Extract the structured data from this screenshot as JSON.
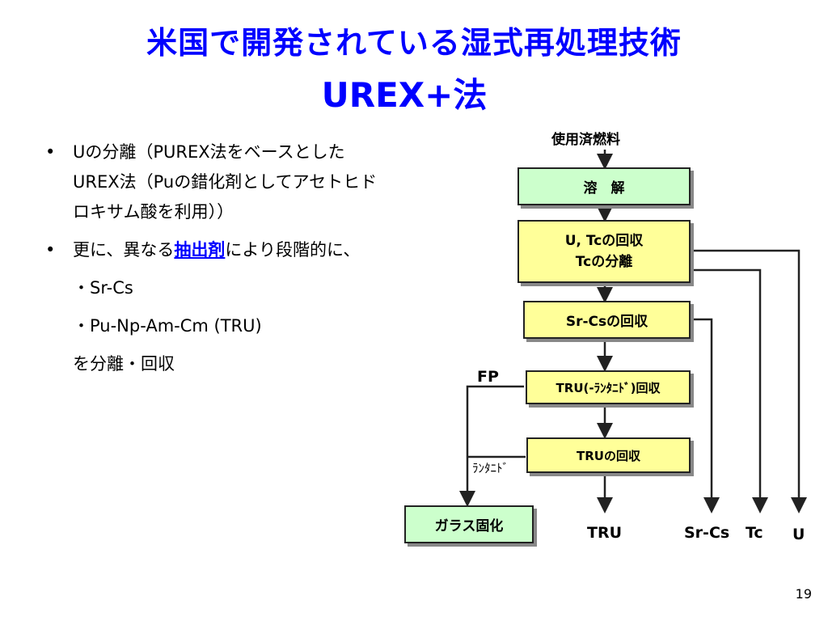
{
  "slide": {
    "title_line1": "米国で開発されている湿式再処理技術",
    "title_line2": "UREX+法",
    "page_number": "19"
  },
  "bullets": {
    "b1_line1": "Uの分離（PUREX法をベースとした",
    "b1_line2": "UREX法（Puの錯化剤としてアセトヒド",
    "b1_line3": "ロキサム酸を利用））",
    "b2_prefix": "更に、異なる",
    "b2_highlight": "抽出剤",
    "b2_suffix": "により段階的に、",
    "sub1": "・Sr-Cs",
    "sub2": "・Pu-Np-Am-Cm (TRU)",
    "sub3": "を分離・回収",
    "marker": "•"
  },
  "diagram": {
    "input_label": "使用済燃料",
    "box_dissolve": "溶　解",
    "box_u_tc_line1": "U, Tcの回収",
    "box_u_tc_line2": "Tcの分離",
    "box_sr_cs": "Sr-Csの回収",
    "box_tru_lanth": "TRU(-ﾗﾝﾀﾆﾄﾞ)回収",
    "box_tru": "TRUの回収",
    "box_glass": "ガラス固化",
    "label_fp": "FP",
    "label_lanthanide": "ﾗﾝﾀﾆﾄﾞ",
    "out_tru": "TRU",
    "out_sr_cs": "Sr-Cs",
    "out_tc": "Tc",
    "out_u": "U"
  }
}
